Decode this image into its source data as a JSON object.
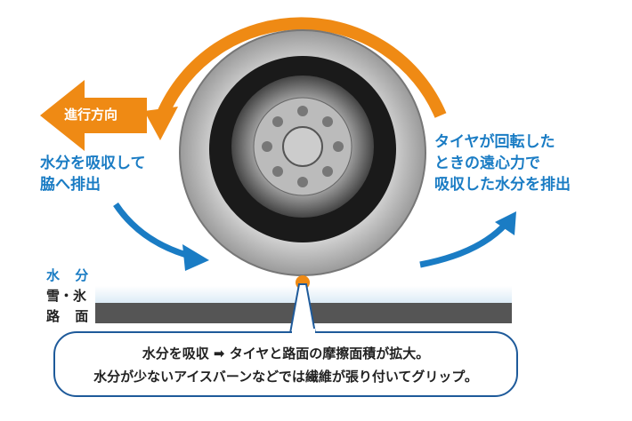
{
  "direction_label": "進行方向",
  "left_text": [
    "水分を吸収して",
    "脇へ排出"
  ],
  "right_text": [
    "タイヤが回転した",
    "ときの遠心力で",
    "吸収した水分を排出"
  ],
  "layers": {
    "water": "水 分",
    "snow_ice": "雪・氷",
    "road": "路 面"
  },
  "callout": [
    "水分を吸収 ➡ タイヤと路面の摩擦面積が拡大。",
    "水分が少ないアイスバーンなどでは繊維が張り付いてグリップ。"
  ],
  "colors": {
    "orange": "#ef8a14",
    "blue": "#1a7cc4",
    "road": "#555555",
    "callout_border": "#1e5a9a"
  }
}
